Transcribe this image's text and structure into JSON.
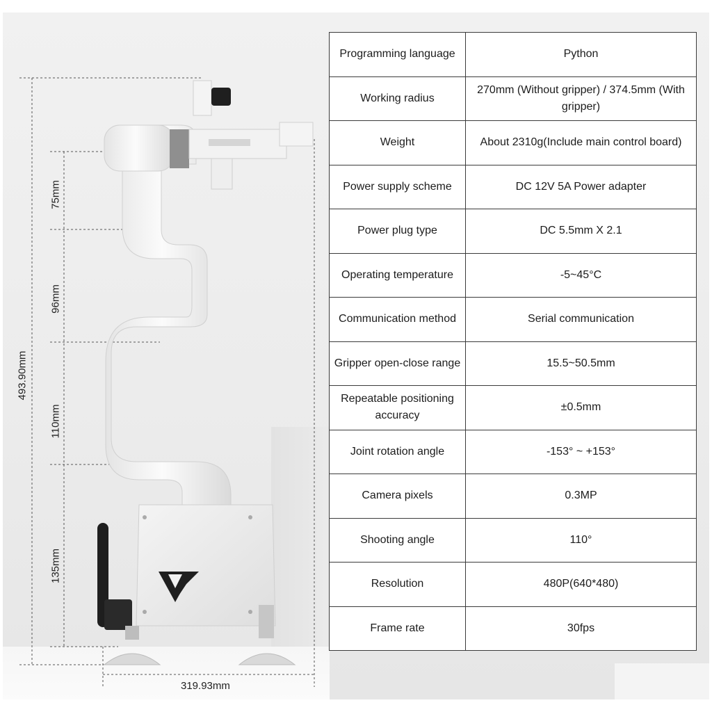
{
  "dimensions": {
    "total_height": "493.90mm",
    "segment_1": "75mm",
    "segment_2": "96mm",
    "segment_3": "110mm",
    "segment_4": "135mm",
    "base_width": "319.93mm"
  },
  "specs": [
    {
      "label": "Programming language",
      "value": "Python"
    },
    {
      "label": "Working radius",
      "value": "270mm (Without gripper) / 374.5mm (With gripper)"
    },
    {
      "label": "Weight",
      "value": "About 2310g(Include main control board)"
    },
    {
      "label": "Power supply scheme",
      "value": "DC 12V 5A Power adapter"
    },
    {
      "label": "Power plug type",
      "value": "DC 5.5mm X 2.1"
    },
    {
      "label": "Operating temperature",
      "value": "-5~45°C"
    },
    {
      "label": "Communication method",
      "value": "Serial communication"
    },
    {
      "label": "Gripper open-close range",
      "value": "15.5~50.5mm"
    },
    {
      "label": "Repeatable positioning accuracy",
      "value": "±0.5mm"
    },
    {
      "label": "Joint rotation angle",
      "value": "-153° ~ +153°"
    },
    {
      "label": "Camera pixels",
      "value": "0.3MP"
    },
    {
      "label": "Shooting angle",
      "value": "110°"
    },
    {
      "label": "Resolution",
      "value": "480P(640*480)"
    },
    {
      "label": "Frame rate",
      "value": "30fps"
    }
  ]
}
